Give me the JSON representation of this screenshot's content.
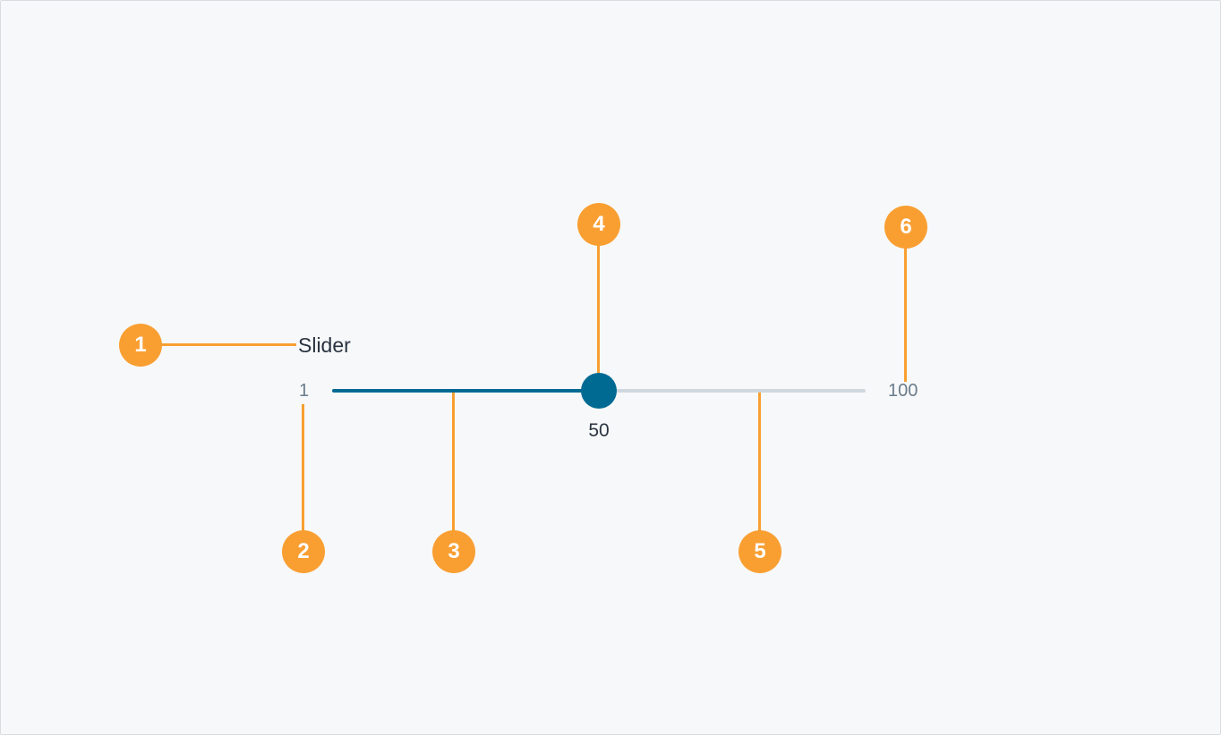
{
  "slider": {
    "label": "Slider",
    "min_label": "1",
    "max_label": "100",
    "current_label": "50",
    "min": 1,
    "max": 100,
    "value": 50
  },
  "markers": [
    "1",
    "2",
    "3",
    "4",
    "5",
    "6"
  ],
  "colors": {
    "background": "#f7f8f9",
    "track": "#d0d8df",
    "fill": "#006a93",
    "thumb": "#006a93",
    "annotation": "#f99f32"
  }
}
